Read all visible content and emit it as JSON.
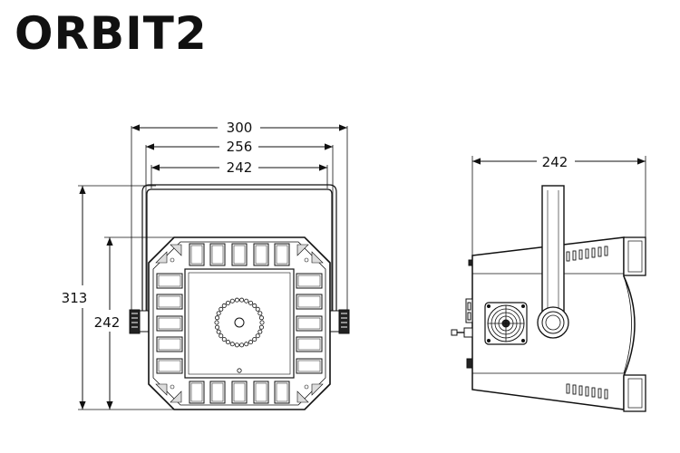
{
  "header": {
    "title": "ORBIT2"
  },
  "front_view": {
    "dims": {
      "top_outer": "300",
      "top_mid": "256",
      "top_inner": "242",
      "left_outer": "313",
      "left_inner": "242"
    }
  },
  "side_view": {
    "dims": {
      "top": "242"
    }
  }
}
